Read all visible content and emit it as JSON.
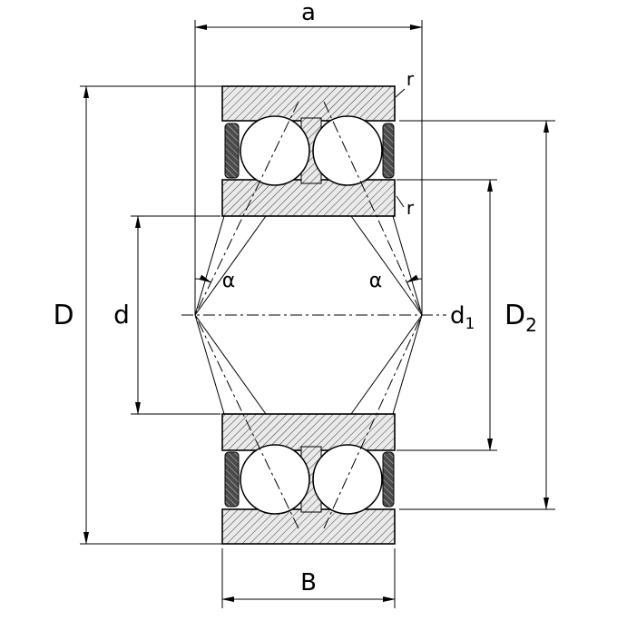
{
  "labels": {
    "a": "a",
    "r_upper": "r",
    "r_mid": "r",
    "D": "D",
    "d": "d",
    "d1": {
      "base": "d",
      "sub": "1"
    },
    "D2": {
      "base": "D",
      "sub": "2"
    },
    "alpha_left": "α",
    "alpha_right": "α",
    "B": "B"
  },
  "colors": {
    "line": "#000000",
    "background": "#ffffff",
    "hatch_fill": "#eaeaea",
    "hatch_line": "#3c3c3c",
    "seal_fill": "#4a4a4a",
    "seal_stripe": "#c9c9c9"
  }
}
